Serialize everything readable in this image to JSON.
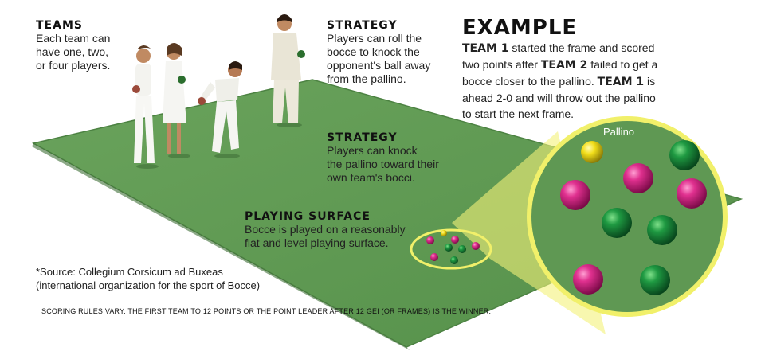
{
  "teams": {
    "heading": "TEAMS",
    "text": [
      "Each team can",
      "have one, two,",
      "or four players."
    ]
  },
  "strategy1": {
    "heading": "STRATEGY",
    "text": [
      "Players can roll the",
      "bocce to knock the",
      "opponent's ball away",
      "from the pallino."
    ]
  },
  "strategy2": {
    "heading": "STRATEGY",
    "text": [
      "Players can knock",
      "the pallino toward their",
      "own team's bocci."
    ]
  },
  "surface": {
    "heading": "PLAYING SURFACE",
    "text": [
      "Bocce is played on a reasonably",
      "flat and level playing surface."
    ]
  },
  "example": {
    "title": "EXAMPLE",
    "line1_strong": "TEAM 1",
    "line1": " started the frame and scored",
    "line2": "two points after ",
    "line2_strong": "TEAM 2",
    "line2_end": " failed to get a",
    "line3": "bocce closer to the pallino. ",
    "line3_strong": "TEAM 1",
    "line3_end": " is",
    "line4": "ahead 2-0 and will throw out the pallino",
    "line5": "to start the next frame."
  },
  "source": {
    "line1": "*Source: Collegium Corsicum ad Buxeas",
    "line2": "(international organization for the sport of Bocce)"
  },
  "footnote": "SCORING RULES VARY.  THE FIRST TEAM TO 12 POINTS OR THE POINT LEADER AFTER 12 GEI (OR FRAMES) IS THE WINNER.",
  "pallino_label": "Pallino",
  "colors": {
    "field": "#5d9551",
    "field_edge": "#4a7f40",
    "highlight": "#f1f06a",
    "magenta": "#d21f87",
    "green": "#1f8a3a",
    "yellow": "#f3e21a"
  }
}
